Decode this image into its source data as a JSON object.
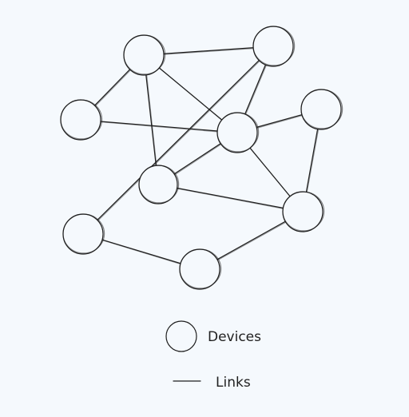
{
  "legend": {
    "devices_label": "Devices",
    "links_label": "Links"
  },
  "network": {
    "nodes": [
      "n1",
      "n2",
      "n3",
      "n4",
      "n5",
      "n6",
      "n7",
      "n8",
      "n9",
      "n10"
    ],
    "links": [
      [
        "n1",
        "n2"
      ],
      [
        "n1",
        "n3"
      ],
      [
        "n1",
        "n5"
      ],
      [
        "n1",
        "n7"
      ],
      [
        "n2",
        "n5"
      ],
      [
        "n3",
        "n5"
      ],
      [
        "n3",
        "n8"
      ],
      [
        "n4",
        "n5"
      ],
      [
        "n4",
        "n6"
      ],
      [
        "n5",
        "n7"
      ],
      [
        "n5",
        "n6"
      ],
      [
        "n7",
        "n6"
      ],
      [
        "n8",
        "n10"
      ],
      [
        "n10",
        "n6"
      ]
    ]
  },
  "colors": {
    "background": "#f5f9fd",
    "ink": "#1f1f1f"
  }
}
